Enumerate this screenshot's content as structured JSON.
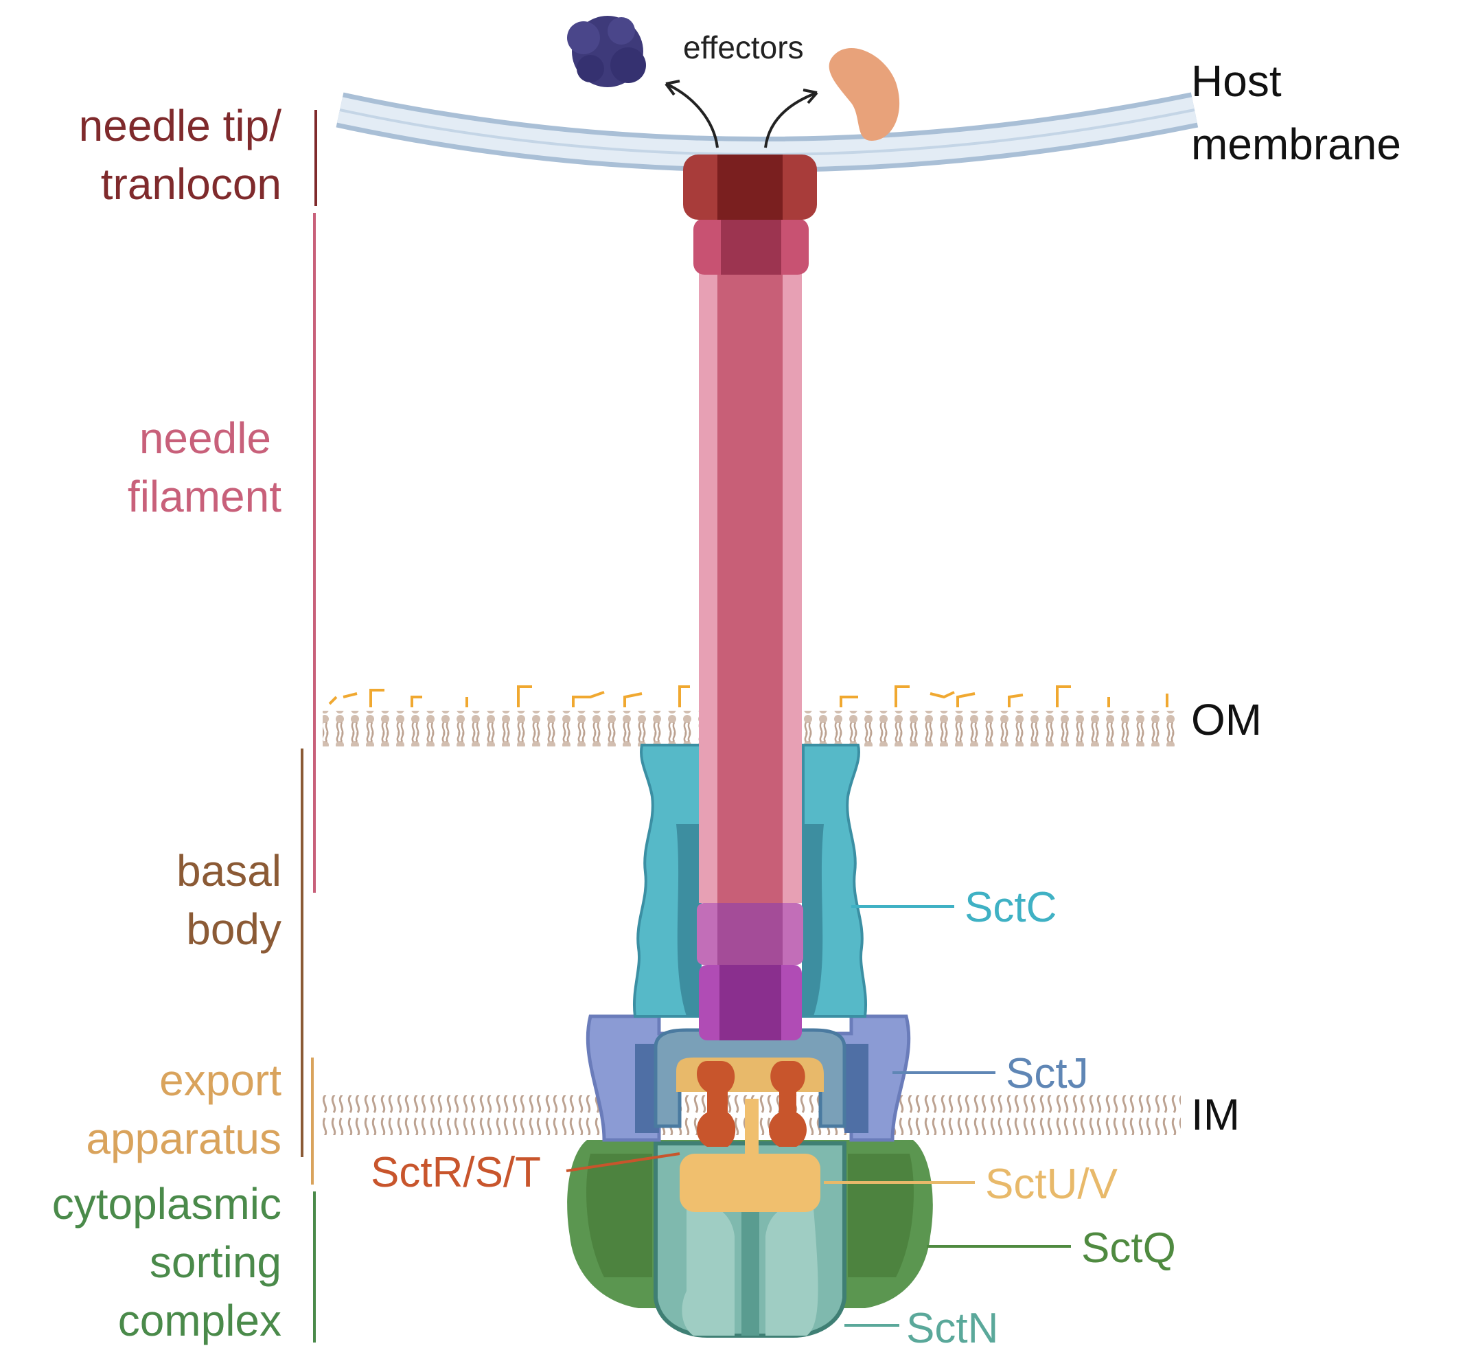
{
  "labels": {
    "effectors": "effectors",
    "host_membrane_line1": "Host",
    "host_membrane_line2": "membrane",
    "om": "OM",
    "im": "IM",
    "needle_tip_line1": "needle tip/",
    "needle_tip_line2": "tranlocon",
    "needle_filament_line1": "needle",
    "needle_filament_line2": "filament",
    "basal_body_line1": "basal",
    "basal_body_line2": "body",
    "export_apparatus_line1": "export",
    "export_apparatus_line2": "apparatus",
    "cytoplasmic_line1": "cytoplasmic",
    "cytoplasmic_line2": "sorting",
    "cytoplasmic_line3": "complex",
    "sctC": "SctC",
    "sctJ": "SctJ",
    "sctRST": "SctR/S/T",
    "sctUV": "SctU/V",
    "sctQ": "SctQ",
    "sctN": "SctN"
  },
  "colors": {
    "needle_tip": "#7f2a2c",
    "needle_filament": "#c8607a",
    "basal_body": "#8b5a35",
    "export_apparatus": "#d9a35c",
    "cytoplasmic": "#4a8a4a",
    "sctC": "#3fb1c4",
    "sctJ": "#5f86b5",
    "sctRST": "#c8552c",
    "sctUV": "#e8b96a",
    "sctQ": "#4f8a40",
    "sctN": "#5aa89a",
    "membrane_host": "#c9d9ea",
    "membrane_bacterial": "#c9b5a5",
    "effector_left": "#3e3a7a",
    "effector_right": "#e8a27a",
    "text_dark": "#111111"
  }
}
